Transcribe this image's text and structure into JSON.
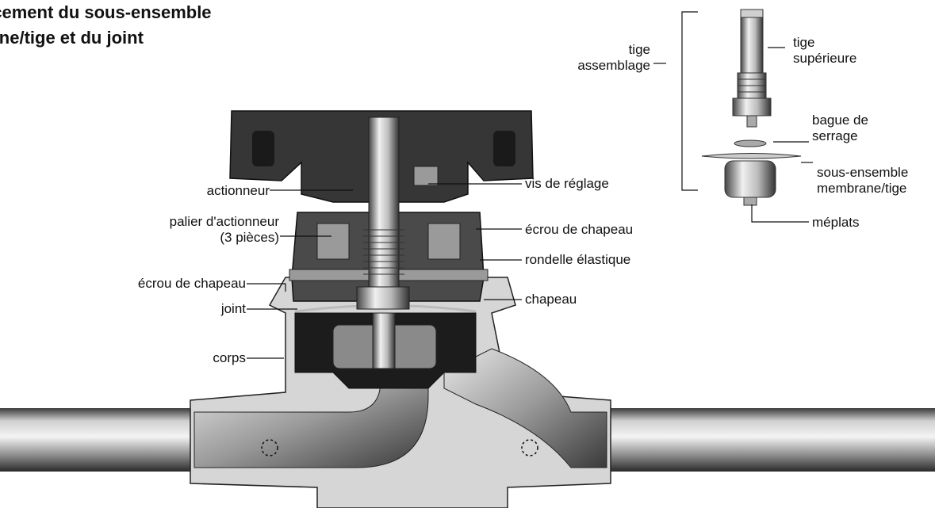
{
  "title": {
    "line1": "acement du sous-ensemble",
    "line2": "rane/tige et du joint"
  },
  "labels": {
    "actionneur": "actionneur",
    "palier_line1": "palier d'actionneur",
    "palier_line2": "(3 pièces)",
    "ecrou_left": "écrou de chapeau",
    "joint": "joint",
    "corps": "corps",
    "vis": "vis de réglage",
    "ecrou_right": "écrou de chapeau",
    "rondelle": "rondelle élastique",
    "chapeau": "chapeau",
    "tige_assemblage_line1": "tige",
    "tige_assemblage_line2": "assemblage",
    "tige_sup_line1": "tige",
    "tige_sup_line2": "supérieure",
    "bague_line1": "bague de",
    "bague_line2": "serrage",
    "sous_ens_line1": "sous-ensemble",
    "sous_ens_line2": "membrane/tige",
    "meplats": "méplats"
  }
}
